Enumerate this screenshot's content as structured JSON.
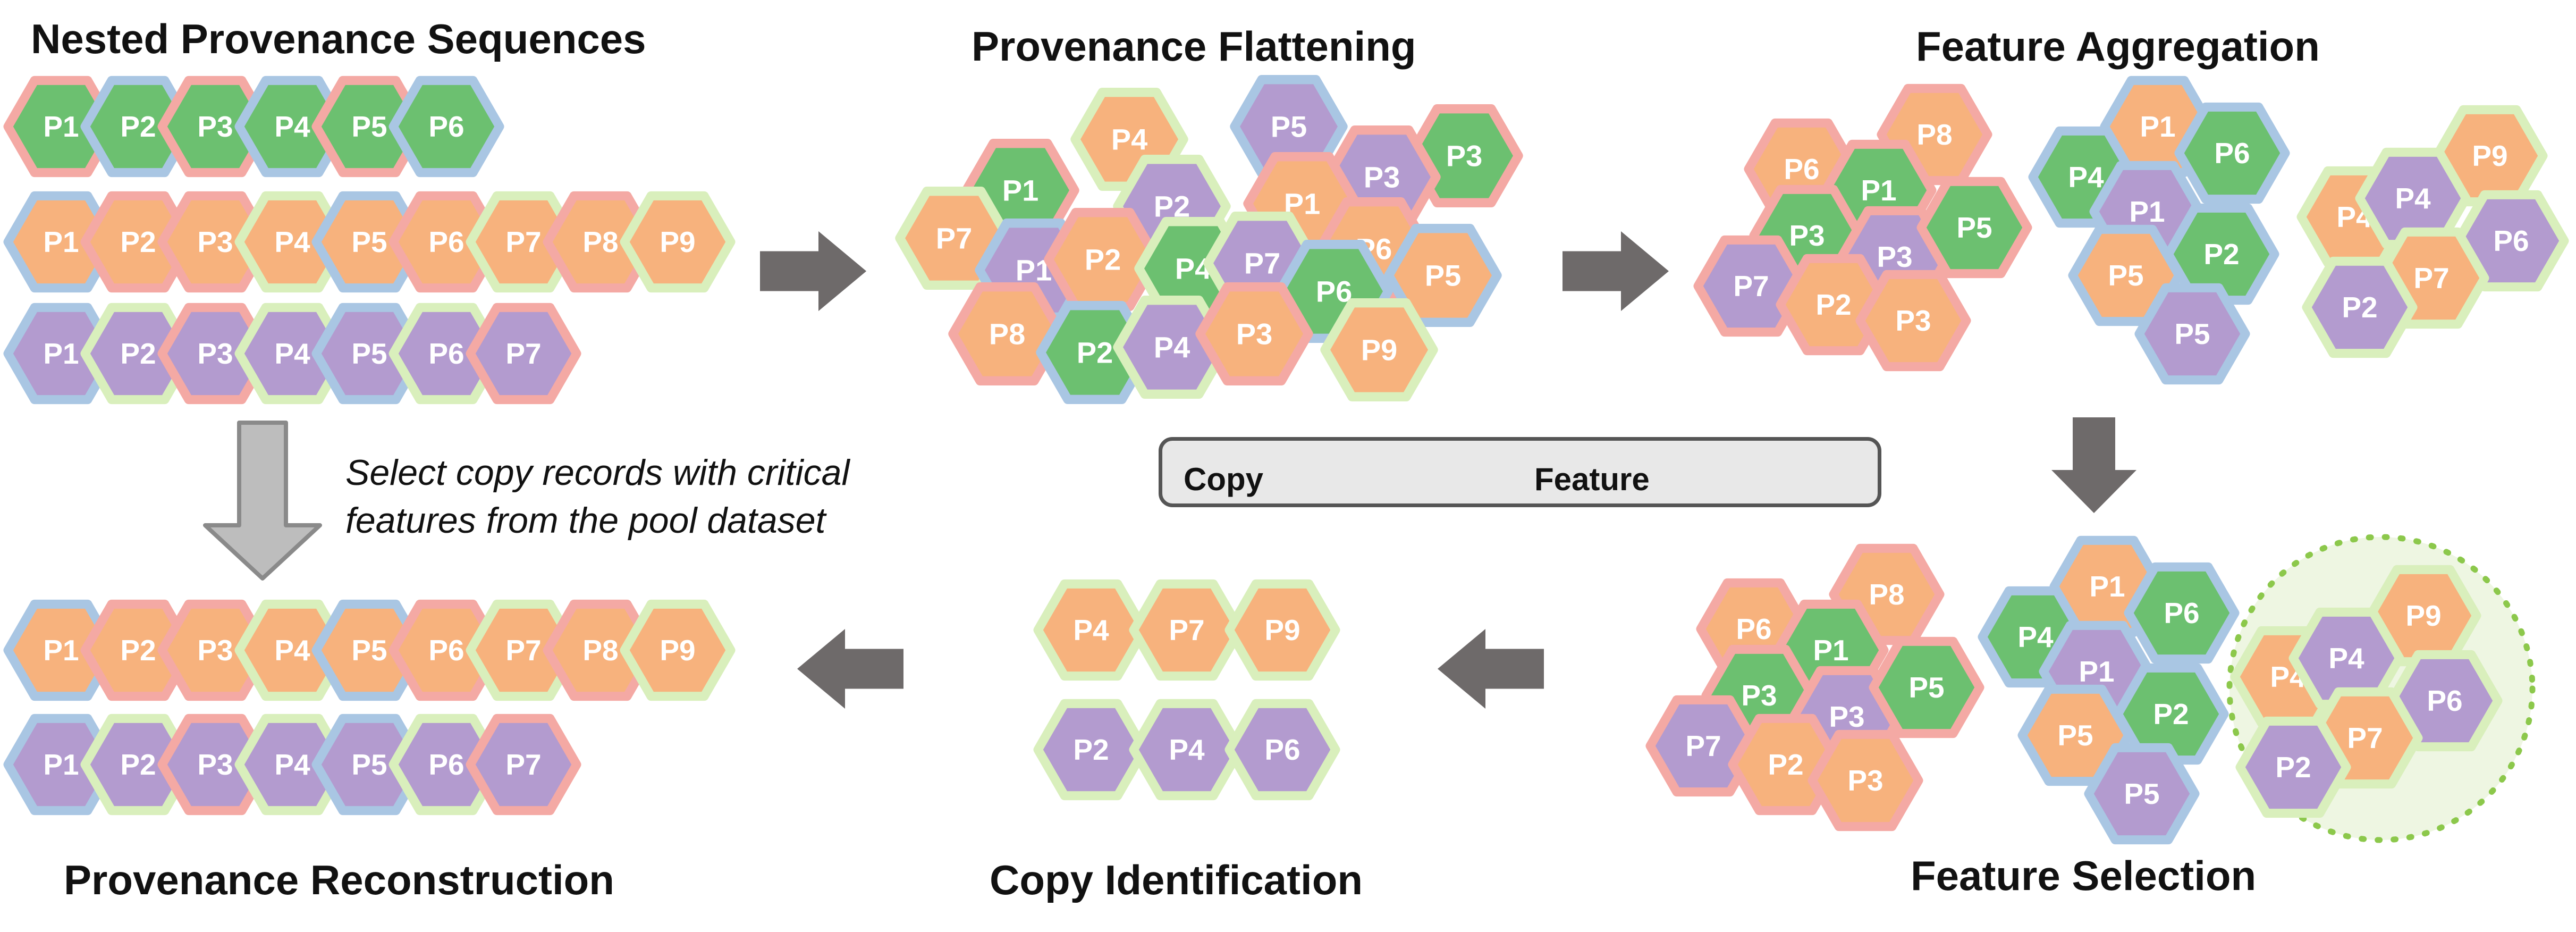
{
  "titles": {
    "nested": "Nested Provenance Sequences",
    "flatten": "Provenance Flattening",
    "aggregation": "Feature Aggregation",
    "selection": "Feature Selection",
    "identification": "Copy Identification",
    "reconstruction": "Provenance Reconstruction"
  },
  "caption": {
    "line1": "Select copy records with critical",
    "line2": "features from the pool dataset"
  },
  "legend": {
    "copy_label": "Copy",
    "feature_label": "Feature"
  },
  "colors": {
    "copy": {
      "green": "#6cc070",
      "orange": "#f7b27d",
      "purple": "#b39bcf"
    },
    "feature": {
      "red": "#f4a9a4",
      "blue": "#a9c6e3",
      "lime": "#d9efbc"
    },
    "arrow": "#6e6a6a",
    "big_arrow_fill": "#bdbdbd",
    "cluster_fill": "#eef6e2",
    "cluster_border": "#8cc84b"
  },
  "nested_rows": [
    [
      [
        "P1",
        "green",
        "red"
      ],
      [
        "P2",
        "green",
        "blue"
      ],
      [
        "P3",
        "green",
        "red"
      ],
      [
        "P4",
        "green",
        "blue"
      ],
      [
        "P5",
        "green",
        "red"
      ],
      [
        "P6",
        "green",
        "blue"
      ]
    ],
    [
      [
        "P1",
        "orange",
        "blue"
      ],
      [
        "P2",
        "orange",
        "red"
      ],
      [
        "P3",
        "orange",
        "red"
      ],
      [
        "P4",
        "orange",
        "lime"
      ],
      [
        "P5",
        "orange",
        "blue"
      ],
      [
        "P6",
        "orange",
        "red"
      ],
      [
        "P7",
        "orange",
        "lime"
      ],
      [
        "P8",
        "orange",
        "red"
      ],
      [
        "P9",
        "orange",
        "lime"
      ]
    ],
    [
      [
        "P1",
        "purple",
        "blue"
      ],
      [
        "P2",
        "purple",
        "lime"
      ],
      [
        "P3",
        "purple",
        "red"
      ],
      [
        "P4",
        "purple",
        "lime"
      ],
      [
        "P5",
        "purple",
        "blue"
      ],
      [
        "P6",
        "purple",
        "lime"
      ],
      [
        "P7",
        "purple",
        "red"
      ]
    ]
  ],
  "flatten_hexes": [
    [
      "P4",
      "orange",
      "lime"
    ],
    [
      "P5",
      "purple",
      "blue"
    ],
    [
      "P3",
      "green",
      "red"
    ],
    [
      "P3",
      "purple",
      "red"
    ],
    [
      "P1",
      "green",
      "red"
    ],
    [
      "P2",
      "purple",
      "lime"
    ],
    [
      "P1",
      "orange",
      "red"
    ],
    [
      "P7",
      "orange",
      "lime"
    ],
    [
      "P1",
      "purple",
      "blue"
    ],
    [
      "P2",
      "orange",
      "red"
    ],
    [
      "P4",
      "green",
      "lime"
    ],
    [
      "P7",
      "purple",
      "lime"
    ],
    [
      "P6",
      "orange",
      "red"
    ],
    [
      "P5",
      "orange",
      "blue"
    ],
    [
      "P6",
      "green",
      "blue"
    ],
    [
      "P8",
      "orange",
      "red"
    ],
    [
      "P2",
      "green",
      "blue"
    ],
    [
      "P4",
      "purple",
      "lime"
    ],
    [
      "P3",
      "orange",
      "red"
    ],
    [
      "P9",
      "orange",
      "lime"
    ]
  ],
  "agg_red": [
    [
      "P6",
      "orange",
      "red"
    ],
    [
      "P8",
      "orange",
      "red"
    ],
    [
      "P1",
      "green",
      "red"
    ],
    [
      "P3",
      "green",
      "red"
    ],
    [
      "P3",
      "purple",
      "red"
    ],
    [
      "P5",
      "green",
      "red"
    ],
    [
      "P7",
      "purple",
      "red"
    ],
    [
      "P2",
      "orange",
      "red"
    ],
    [
      "P3",
      "orange",
      "red"
    ]
  ],
  "agg_blue": [
    [
      "P4",
      "green",
      "blue"
    ],
    [
      "P1",
      "orange",
      "blue"
    ],
    [
      "P6",
      "green",
      "blue"
    ],
    [
      "P1",
      "purple",
      "blue"
    ],
    [
      "P2",
      "green",
      "blue"
    ],
    [
      "P5",
      "orange",
      "blue"
    ],
    [
      "P5",
      "purple",
      "blue"
    ]
  ],
  "agg_lime": [
    [
      "P9",
      "orange",
      "lime"
    ],
    [
      "P4",
      "orange",
      "lime"
    ],
    [
      "P4",
      "purple",
      "lime"
    ],
    [
      "P6",
      "purple",
      "lime"
    ],
    [
      "P7",
      "orange",
      "lime"
    ],
    [
      "P2",
      "purple",
      "lime"
    ]
  ],
  "ident_rows": [
    [
      [
        "P4",
        "orange",
        "lime"
      ],
      [
        "P7",
        "orange",
        "lime"
      ],
      [
        "P9",
        "orange",
        "lime"
      ]
    ],
    [
      [
        "P2",
        "purple",
        "lime"
      ],
      [
        "P4",
        "purple",
        "lime"
      ],
      [
        "P6",
        "purple",
        "lime"
      ]
    ]
  ],
  "recon_rows": [
    [
      [
        "P1",
        "orange",
        "blue"
      ],
      [
        "P2",
        "orange",
        "red"
      ],
      [
        "P3",
        "orange",
        "red"
      ],
      [
        "P4",
        "orange",
        "lime"
      ],
      [
        "P5",
        "orange",
        "blue"
      ],
      [
        "P6",
        "orange",
        "red"
      ],
      [
        "P7",
        "orange",
        "lime"
      ],
      [
        "P8",
        "orange",
        "red"
      ],
      [
        "P9",
        "orange",
        "lime"
      ]
    ],
    [
      [
        "P1",
        "purple",
        "blue"
      ],
      [
        "P2",
        "purple",
        "lime"
      ],
      [
        "P3",
        "purple",
        "red"
      ],
      [
        "P4",
        "purple",
        "lime"
      ],
      [
        "P5",
        "purple",
        "blue"
      ],
      [
        "P6",
        "purple",
        "lime"
      ],
      [
        "P7",
        "purple",
        "red"
      ]
    ]
  ]
}
